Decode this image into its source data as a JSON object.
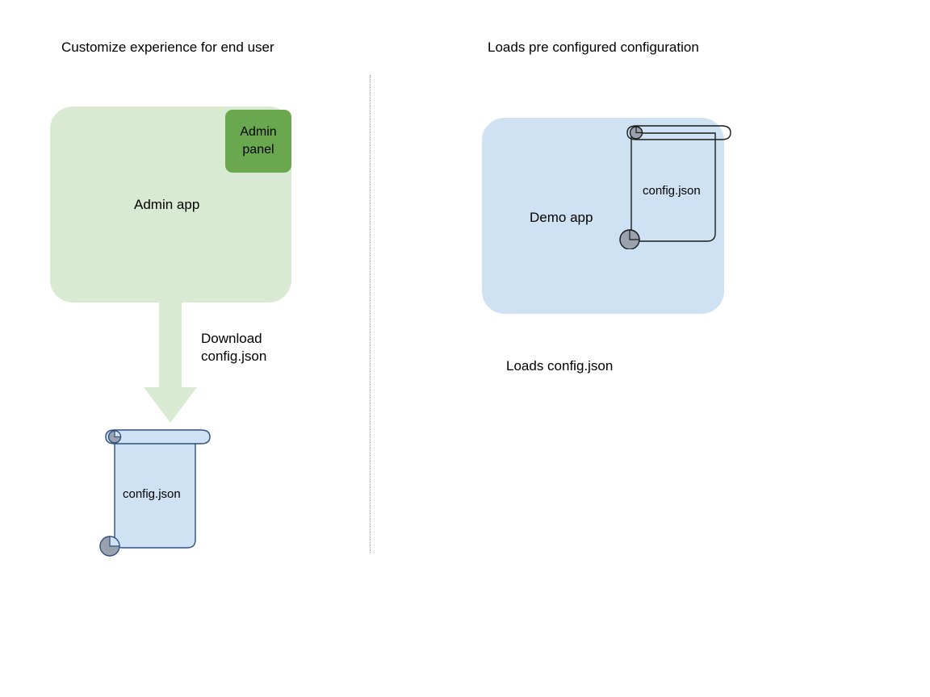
{
  "diagram": {
    "background_color": "#ffffff",
    "columns": [
      {
        "id": "left",
        "title": "Customize experience for end user"
      },
      {
        "id": "right",
        "title": "Loads pre configured configuration"
      }
    ],
    "divider": {
      "name": "vertical-dotted-divider",
      "style": "dotted",
      "color": "#9a9a9a"
    },
    "nodes": {
      "admin_app": {
        "label": "Admin app",
        "fill": "#d9ead3",
        "shape": "rounded-rectangle"
      },
      "admin_panel": {
        "label": "Admin\npanel",
        "label_line1": "Admin",
        "label_line2": "panel",
        "fill": "#6aa84f",
        "shape": "rounded-rectangle"
      },
      "demo_app": {
        "label": "Demo app",
        "fill": "#cfe2f3",
        "shape": "rounded-rectangle"
      },
      "config_scroll_left": {
        "label": "config.json",
        "fill": "#cfe2f3",
        "stroke": "#2f4f7f",
        "curl_fill": "#9aa3ad",
        "shape": "scroll-document"
      },
      "config_scroll_right": {
        "label": "config.json",
        "fill": "none",
        "stroke": "#1a1a1a",
        "curl_fill": "#9aa3ad",
        "shape": "scroll-document"
      }
    },
    "edges": {
      "download_arrow": {
        "label_line1": "Download",
        "label_line2": "config.json",
        "label": "Download config.json",
        "fill": "#d9ead3",
        "direction": "down",
        "from": "admin_app",
        "to": "config_scroll_left"
      }
    },
    "captions": {
      "loads_config": "Loads config.json"
    }
  }
}
